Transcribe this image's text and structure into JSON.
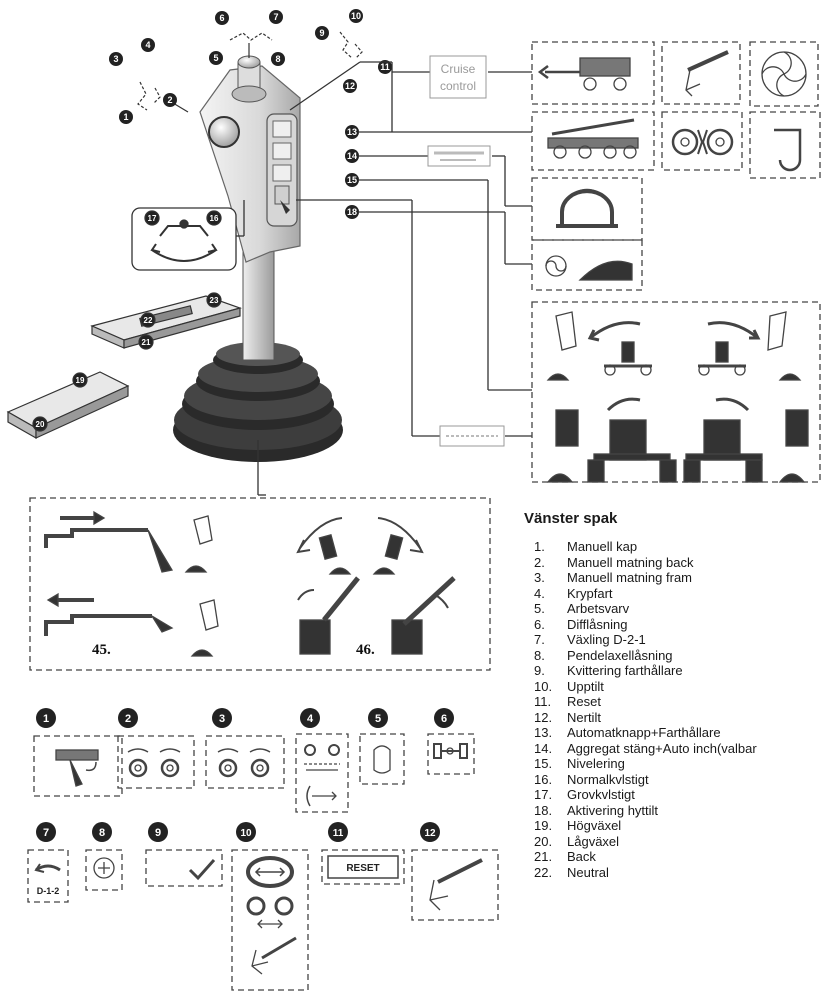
{
  "legend": {
    "title": "Vänster spak",
    "items": [
      {
        "num": "1.",
        "text": "Manuell kap"
      },
      {
        "num": "2.",
        "text": "Manuell matning back"
      },
      {
        "num": "3.",
        "text": "Manuell matning fram"
      },
      {
        "num": "4.",
        "text": "Krypfart"
      },
      {
        "num": "5.",
        "text": "Arbetsvarv"
      },
      {
        "num": "6.",
        "text": "Difflåsning"
      },
      {
        "num": "7.",
        "text": "Växling D-2-1"
      },
      {
        "num": "8.",
        "text": "Pendelaxellåsning"
      },
      {
        "num": "9.",
        "text": "Kvittering farthållare"
      },
      {
        "num": "10.",
        "text": "Upptilt"
      },
      {
        "num": "11.",
        "text": "Reset"
      },
      {
        "num": "12.",
        "text": "Nertilt"
      },
      {
        "num": "13.",
        "text": "Automatknapp+Farthållare"
      },
      {
        "num": "14.",
        "text": "Aggregat stäng+Auto inch(valbar"
      },
      {
        "num": "15.",
        "text": "Nivelering"
      },
      {
        "num": "16.",
        "text": "Normalkvlstigt"
      },
      {
        "num": "17.",
        "text": "Grovkvlstigt"
      },
      {
        "num": "18.",
        "text": "Aktivering hyttilt"
      },
      {
        "num": "19.",
        "text": "Högväxel"
      },
      {
        "num": "20.",
        "text": "Lågväxel"
      },
      {
        "num": "21.",
        "text": "Back"
      },
      {
        "num": "22.",
        "text": "Neutral"
      }
    ]
  },
  "diagram": {
    "cruise_label_1": "Cruise",
    "cruise_label_2": "control",
    "caption_45": "45.",
    "caption_46": "46.",
    "reset_label": "RESET",
    "d12_label": "D-1-2"
  }
}
